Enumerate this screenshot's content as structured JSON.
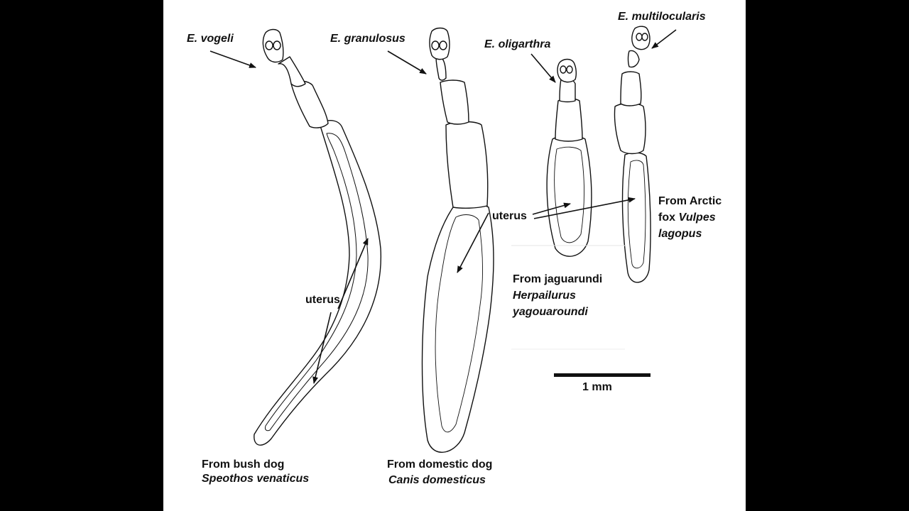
{
  "colors": {
    "background": "#000000",
    "panel": "#ffffff",
    "ink": "#111111"
  },
  "species": {
    "vogeli": "E. vogeli",
    "granulosus": "E. granulosus",
    "oligarthra": "E. oligarthra",
    "multilocularis": "E. multilocularis"
  },
  "organ_labels": {
    "uterus_left": "uterus",
    "uterus_center": "uterus"
  },
  "hosts": {
    "bush_dog": {
      "line1": "From bush dog",
      "line2": "Speothos venaticus"
    },
    "domestic_dog": {
      "line1": "From domestic dog",
      "line2": "Canis domesticus"
    },
    "jaguarundi": {
      "line1": "From jaguarundi",
      "line2": "Herpailurus",
      "line3": "yagouaroundi"
    },
    "arctic_fox": {
      "line1a": "From Arctic",
      "line2a": "fox ",
      "line2b": "Vulpes",
      "line3": "lagopus"
    }
  },
  "scale_bar": {
    "label": "1 mm"
  }
}
